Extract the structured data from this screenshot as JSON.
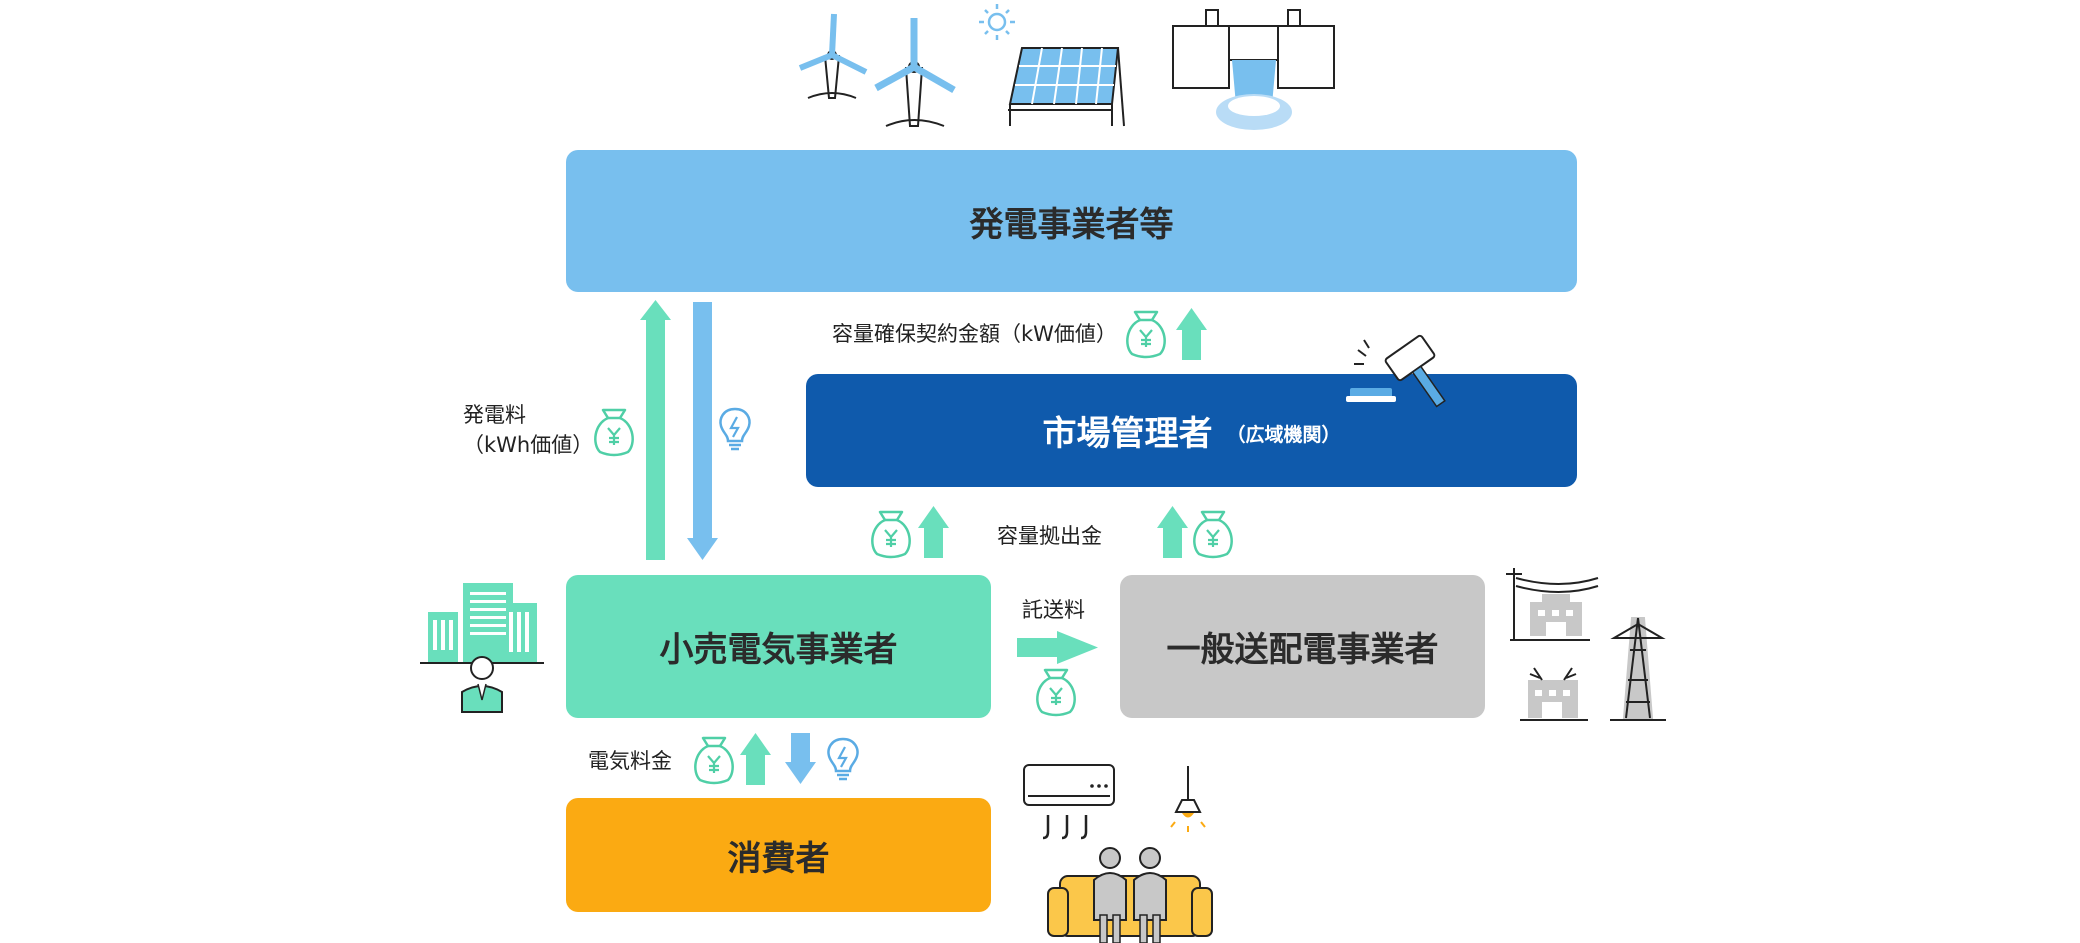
{
  "nodes": {
    "generators": "発電事業者等",
    "market_operator": "市場管理者",
    "market_operator_sub": "（広域機関）",
    "retailer": "小売電気事業者",
    "transmission": "一般送配電事業者",
    "consumer": "消費者"
  },
  "labels": {
    "capacity_contract": "容量確保契約金額（kW価値）",
    "generation_fee_line1": "発電料",
    "generation_fee_line2": "（kWh価値）",
    "capacity_contribution": "容量拠出金",
    "wheeling_fee": "託送料",
    "electricity_fee": "電気料金"
  },
  "colors": {
    "money_arrow": "#69dfbc",
    "power_arrow": "#78bfee",
    "generators": "#78bfee",
    "market_operator": "#0f5aac",
    "retailer": "#69dfbc",
    "transmission": "#c8c8c8",
    "consumer": "#fbaa12"
  },
  "icons": [
    "wind-turbine-icon",
    "solar-panel-icon",
    "sun-icon",
    "hydro-dam-icon",
    "gavel-icon",
    "money-bag-icon",
    "light-bulb-icon",
    "office-building-icon",
    "person-icon",
    "power-line-icon",
    "substation-icon",
    "transmission-tower-icon",
    "air-conditioner-icon",
    "ceiling-lamp-icon",
    "family-sofa-icon"
  ]
}
